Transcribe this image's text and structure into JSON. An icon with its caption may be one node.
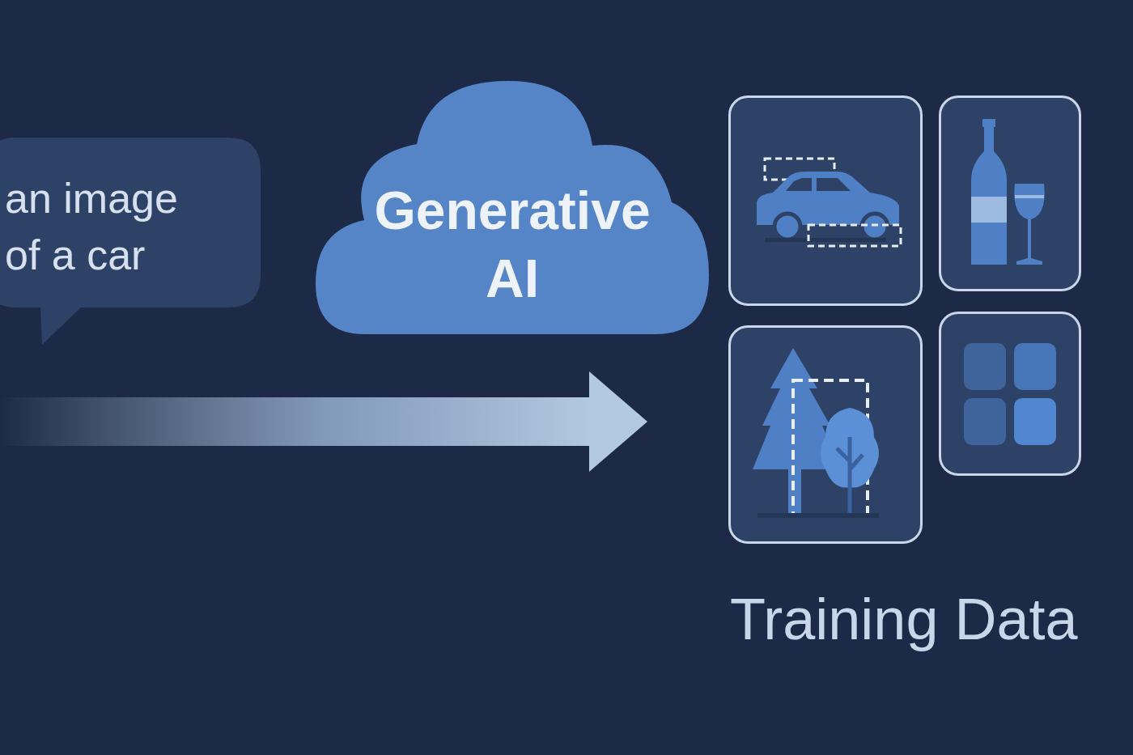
{
  "diagram": {
    "nodes": [
      {
        "text": [
          "an image of a car"
        ]
      },
      {
        "text": [
          "Generative AI"
        ]
      },
      {
        "text": [
          "Training Data"
        ]
      },
      {
        "text": [],
        "shape": "box",
        "in": 2
      },
      {
        "text": [],
        "shape": "box",
        "in": 2
      },
      {
        "text": [],
        "shape": "box",
        "in": 2
      },
      {
        "text": [],
        "shape": "box",
        "in": 2
      }
    ],
    "edges": [
      {
        "from": null,
        "to": 2,
        "arrow": "to",
        "style": "thick"
      }
    ]
  }
}
